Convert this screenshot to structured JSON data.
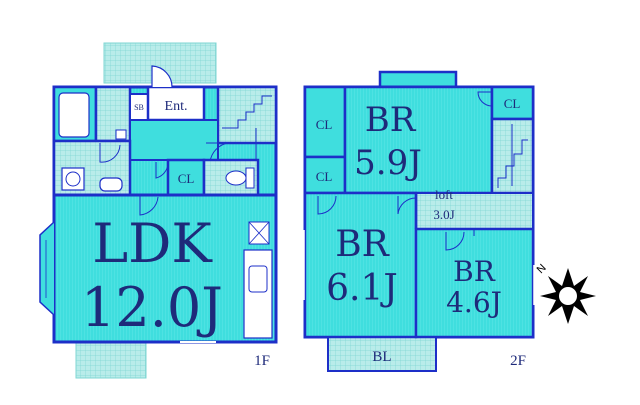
{
  "colors": {
    "room": "#3fdede",
    "wall": "#1d2fc8",
    "text": "#1e2a7a",
    "balcony": "#b9ecea",
    "fixture": "#ffffff",
    "hatch": "#5ee6e6"
  },
  "floor1": {
    "label": "1F",
    "rooms": {
      "ldk": {
        "name": "LDK",
        "size": "12.0J"
      },
      "entrance": {
        "name": "Ent."
      },
      "shoebox": {
        "name": "SB"
      },
      "closet": {
        "name": "CL"
      }
    }
  },
  "floor2": {
    "label": "2F",
    "rooms": {
      "br_top": {
        "name": "BR",
        "size": "5.9J"
      },
      "br_left": {
        "name": "BR",
        "size": "6.1J"
      },
      "br_right": {
        "name": "BR",
        "size": "4.6J"
      },
      "loft": {
        "name": "loft",
        "size": "3.0J"
      },
      "cl_top_left": {
        "name": "CL"
      },
      "cl_bottom_left": {
        "name": "CL"
      },
      "cl_right": {
        "name": "CL"
      },
      "balcony": {
        "name": "BL"
      }
    }
  },
  "compass": {
    "north_label": "N",
    "icon": "sun-compass-icon"
  }
}
